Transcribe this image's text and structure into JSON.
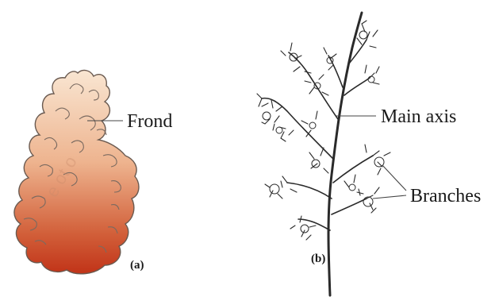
{
  "panels": {
    "a": {
      "tag": "(a)",
      "callouts": {
        "frond": "Frond"
      }
    },
    "b": {
      "tag": "(b)",
      "callouts": {
        "main_axis": "Main axis",
        "branches": "Branches"
      }
    }
  },
  "colors": {
    "frond_top": "#f7dcc4",
    "frond_mid": "#e59a72",
    "frond_bottom": "#c63d1d",
    "outline": "#555555",
    "plant_ink": "#2a2a2a",
    "background": "#ffffff"
  }
}
